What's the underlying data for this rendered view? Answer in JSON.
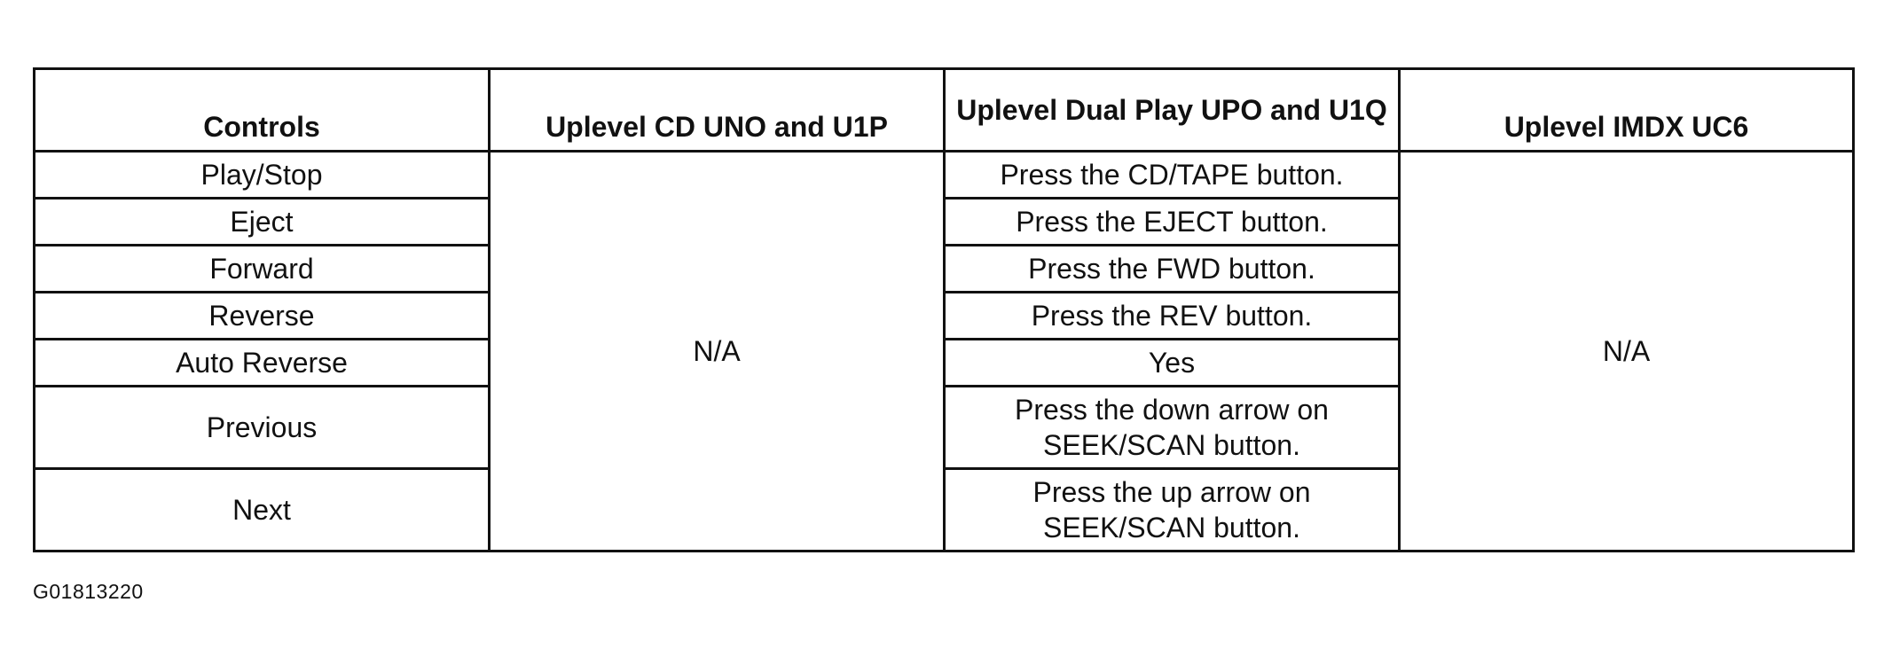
{
  "table": {
    "headers": [
      "Controls",
      "Uplevel CD UNO and U1P",
      "Uplevel Dual Play UPO and U1Q",
      "Uplevel IMDX UC6"
    ],
    "controls": [
      "Play/Stop",
      "Eject",
      "Forward",
      "Reverse",
      "Auto Reverse",
      "Previous",
      "Next"
    ],
    "dual_play": [
      "Press the CD/TAPE button.",
      "Press the EJECT button.",
      "Press the FWD button.",
      "Press the REV button.",
      "Yes",
      "Press the down arrow on SEEK/SCAN button.",
      "Press the up arrow on SEEK/SCAN button."
    ],
    "uplevel_cd": "N/A",
    "uplevel_imdx": "N/A"
  },
  "figure_code": "G01813220"
}
